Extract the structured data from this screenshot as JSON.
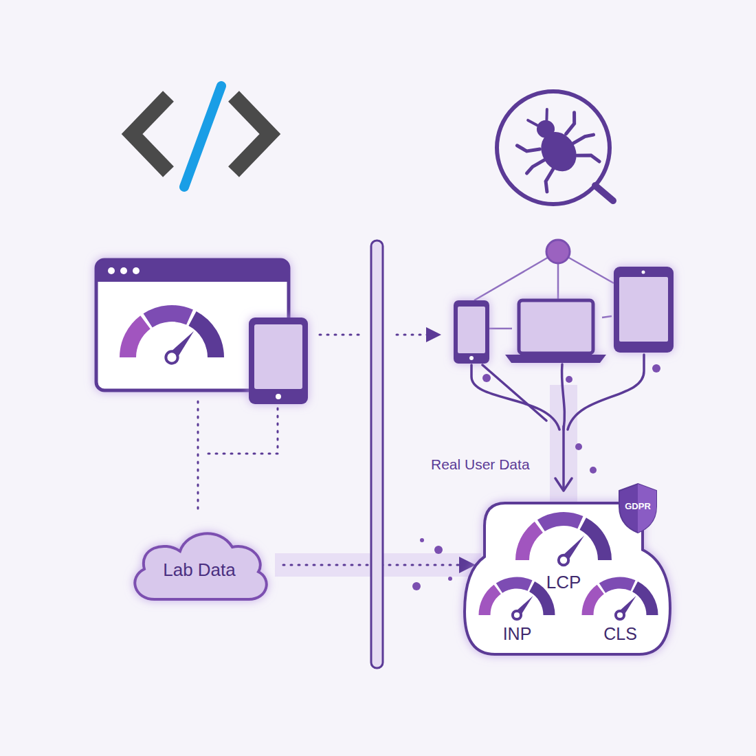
{
  "diagram": {
    "nodes": [
      {
        "text": [
          "Lab Data"
        ]
      },
      {
        "text": [
          "GDPR"
        ]
      },
      {
        "text": [
          "LCP"
        ]
      },
      {
        "text": [
          "INP"
        ]
      },
      {
        "text": [
          "CLS"
        ]
      }
    ],
    "labels": [
      "Real User Data"
    ]
  }
}
